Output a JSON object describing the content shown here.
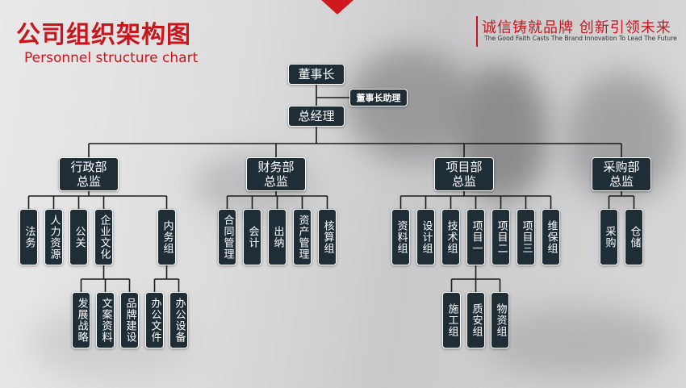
{
  "header": {
    "title": "公司组织架构图",
    "subtitle": "Personnel structure chart",
    "slogan": "诚信铸就品牌  创新引领未来",
    "slogan_en": "The Good Faith Casts The Brand Innovation To Lead The Future"
  },
  "org": {
    "chairman": "董事长",
    "assistant": "董事长助理",
    "gm": "总经理",
    "departments": [
      {
        "name": "行政部\n总监",
        "units": [
          {
            "label": "法务"
          },
          {
            "label": "人力资源"
          },
          {
            "label": "公关"
          },
          {
            "label": "企业文化",
            "children": [
              "发展战略",
              "文案资料",
              "品牌建设"
            ]
          },
          {
            "label": "内务组",
            "children": [
              "办公文件",
              "办公设备"
            ]
          }
        ]
      },
      {
        "name": "财务部\n总监",
        "units": [
          {
            "label": "合同管理"
          },
          {
            "label": "会计"
          },
          {
            "label": "出纳"
          },
          {
            "label": "资产管理"
          },
          {
            "label": "核算组"
          }
        ]
      },
      {
        "name": "项目部\n总监",
        "units": [
          {
            "label": "资料组"
          },
          {
            "label": "设计组"
          },
          {
            "label": "技术组"
          },
          {
            "label": "项目一",
            "children": [
              "施工组",
              "质安组",
              "物资组"
            ]
          },
          {
            "label": "项目二"
          },
          {
            "label": "项目三"
          },
          {
            "label": "维保组"
          }
        ]
      },
      {
        "name": "采购部\n总监",
        "units": [
          {
            "label": "采购"
          },
          {
            "label": "仓储"
          }
        ]
      }
    ]
  },
  "colors": {
    "accent": "#c8161d",
    "box": "#1f2d37",
    "line": "#1a1a1a"
  }
}
